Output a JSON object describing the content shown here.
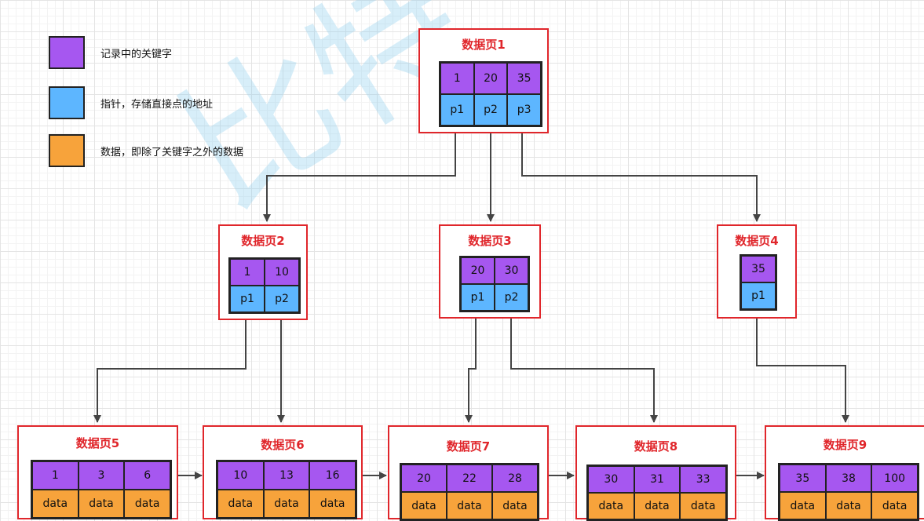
{
  "watermark": "比特",
  "legend": [
    {
      "label": "记录中的关键字",
      "color": "#a657f0"
    },
    {
      "label": "指针，存储直接点的地址",
      "color": "#5db6ff"
    },
    {
      "label": "数据，即除了关键字之外的数据",
      "color": "#f7a33b"
    }
  ],
  "pages": [
    {
      "title": "数据页1",
      "keys": [
        "1",
        "20",
        "35"
      ],
      "pointers": [
        "p1",
        "p2",
        "p3"
      ]
    },
    {
      "title": "数据页2",
      "keys": [
        "1",
        "10"
      ],
      "pointers": [
        "p1",
        "p2"
      ]
    },
    {
      "title": "数据页3",
      "keys": [
        "20",
        "30"
      ],
      "pointers": [
        "p1",
        "p2"
      ]
    },
    {
      "title": "数据页4",
      "keys": [
        "35"
      ],
      "pointers": [
        "p1"
      ]
    },
    {
      "title": "数据页5",
      "keys": [
        "1",
        "3",
        "6"
      ],
      "data": [
        "data",
        "data",
        "data"
      ]
    },
    {
      "title": "数据页6",
      "keys": [
        "10",
        "13",
        "16"
      ],
      "data": [
        "data",
        "data",
        "data"
      ]
    },
    {
      "title": "数据页7",
      "keys": [
        "20",
        "22",
        "28"
      ],
      "data": [
        "data",
        "data",
        "data"
      ]
    },
    {
      "title": "数据页8",
      "keys": [
        "30",
        "31",
        "33"
      ],
      "data": [
        "data",
        "data",
        "data"
      ]
    },
    {
      "title": "数据页9",
      "keys": [
        "35",
        "38",
        "100"
      ],
      "data": [
        "data",
        "data",
        "data"
      ]
    }
  ],
  "colors": {
    "page_border": "#e0262b",
    "key": "#a657f0",
    "pointer": "#5db6ff",
    "data": "#f7a33b",
    "arrow": "#444444"
  }
}
